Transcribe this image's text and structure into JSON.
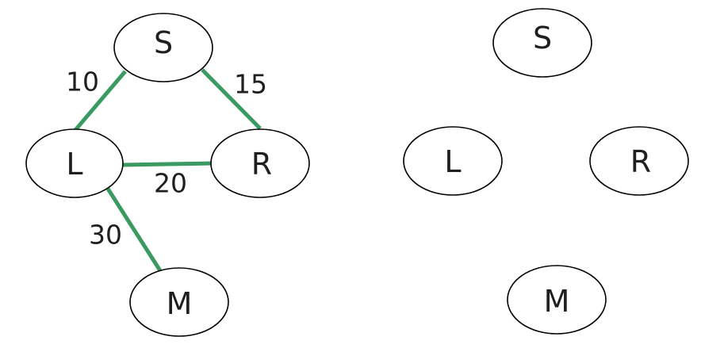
{
  "colors": {
    "edge": "#3a9a62",
    "node_stroke": "#000000",
    "text": "#1f1f1f"
  },
  "graphs": [
    {
      "nodes": [
        {
          "id": "S",
          "label": "S"
        },
        {
          "id": "L",
          "label": "L"
        },
        {
          "id": "R",
          "label": "R"
        },
        {
          "id": "M",
          "label": "M"
        }
      ],
      "edges": [
        {
          "from": "S",
          "to": "L",
          "weight": "10"
        },
        {
          "from": "S",
          "to": "R",
          "weight": "15"
        },
        {
          "from": "L",
          "to": "R",
          "weight": "20"
        },
        {
          "from": "L",
          "to": "M",
          "weight": "30"
        }
      ]
    },
    {
      "nodes": [
        {
          "id": "S",
          "label": "S"
        },
        {
          "id": "L",
          "label": "L"
        },
        {
          "id": "R",
          "label": "R"
        },
        {
          "id": "M",
          "label": "M"
        }
      ],
      "edges": []
    }
  ]
}
